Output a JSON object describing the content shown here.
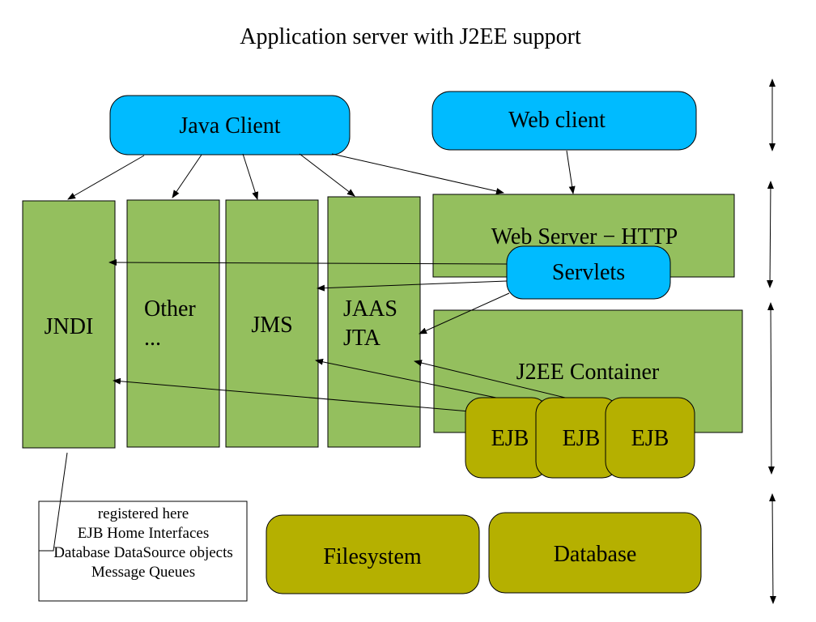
{
  "title": "Application server with J2EE support",
  "colors": {
    "client": "#00bbff",
    "service": "#94bf5e",
    "ejb": "#b5b000",
    "storage": "#b5b000",
    "stroke": "#000000"
  },
  "clients": {
    "java_client": "Java Client",
    "web_client": "Web client"
  },
  "services": {
    "jndi": "JNDI",
    "other_line1": "Other",
    "other_line2": "...",
    "jms": "JMS",
    "jaas": "JAAS",
    "jta": "JTA"
  },
  "web_server": "Web Server − HTTP",
  "servlets": "Servlets",
  "container": "J2EE Container",
  "ejbs": [
    "EJB",
    "EJB",
    "EJB"
  ],
  "storage": {
    "filesystem": "Filesystem",
    "database": "Database"
  },
  "note": {
    "lines": [
      "registered here",
      "EJB Home Interfaces",
      "Database DataSource objects",
      "Message Queues"
    ]
  }
}
